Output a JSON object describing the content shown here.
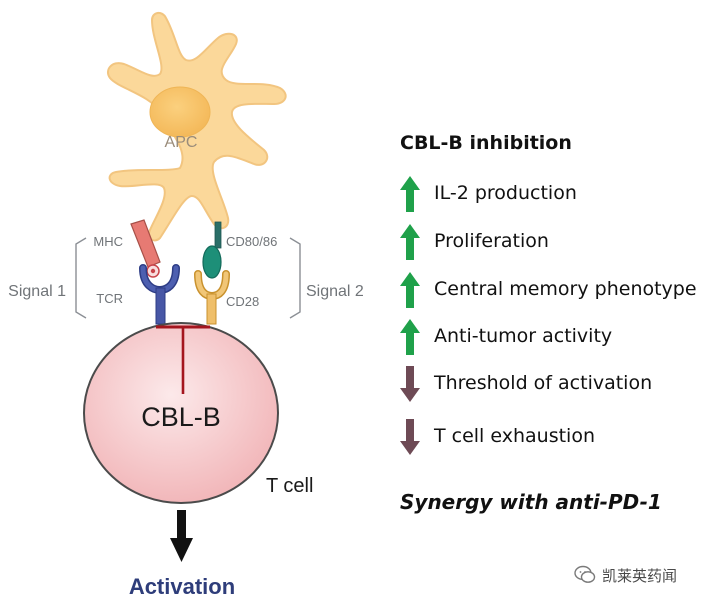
{
  "cells": {
    "apc_label": "APC",
    "tcell_label": "T cell",
    "cblb_label": "CBL-B"
  },
  "receptors": {
    "mhc": "MHC",
    "tcr": "TCR",
    "cd80_86": "CD80/86",
    "cd28": "CD28"
  },
  "signals": {
    "signal1": "Signal 1",
    "signal2": "Signal 2"
  },
  "activation": {
    "label": "Activation"
  },
  "effects": {
    "title": "CBL-B inhibition",
    "items": [
      {
        "label": "IL-2 production",
        "direction": "up"
      },
      {
        "label": "Proliferation",
        "direction": "up"
      },
      {
        "label": "Central memory phenotype",
        "direction": "up"
      },
      {
        "label": "Anti-tumor activity",
        "direction": "up"
      },
      {
        "label": "Threshold of activation",
        "direction": "down"
      },
      {
        "label": "T cell exhaustion",
        "direction": "down"
      }
    ],
    "synergy": "Synergy with anti-PD-1"
  },
  "watermark": {
    "text": "凯莱英药闻"
  },
  "colors": {
    "apc_fill": "#fbd89a",
    "apc_nucleus": "#f8c56b",
    "tcell_fill": "#f6c6c8",
    "tcell_stroke": "#4b4b4b",
    "inhibit_line": "#a4151e",
    "up_arrow": "#1fa14a",
    "down_arrow": "#6e4a55",
    "activation_text": "#2e3d7a",
    "mhc_fill": "#e77a73",
    "tcr_fill": "#4857a6",
    "cd80_fill": "#1d8f78",
    "cd28_fill": "#efbf6a"
  }
}
